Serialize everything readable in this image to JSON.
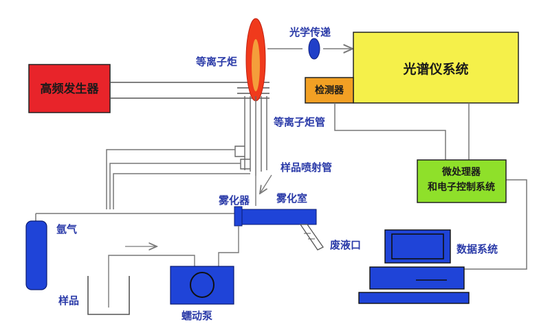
{
  "labels": {
    "rf_generator": "高频发生器",
    "plasma_torch": "等离子炬",
    "optical_transfer": "光学传递",
    "spectrometer_system": "光谱仪系统",
    "detector": "检测器",
    "torch_tube": "等离子炬管",
    "sample_injection_tube": "样品喷射管",
    "microprocessor_line1": "微处理器",
    "microprocessor_line2": "和电子控制系统",
    "nebulizer": "雾化器",
    "spray_chamber": "雾化室",
    "argon": "氩气",
    "waste_outlet": "废液口",
    "data_system": "数据系统",
    "sample": "样品",
    "peristaltic_pump": "蠕动泵"
  },
  "colors": {
    "label_text": "#2a3aa8",
    "rf_generator_fill": "#e8242a",
    "spectrometer_fill": "#f5f04a",
    "detector_fill": "#f2a024",
    "microprocessor_fill": "#8fe02a",
    "equipment_blue": "#1f44d8",
    "plasma_outer": "#f03a1c",
    "plasma_core": "#f5c046",
    "lens_fill": "#2040c8",
    "line": "#7a7a7a"
  }
}
